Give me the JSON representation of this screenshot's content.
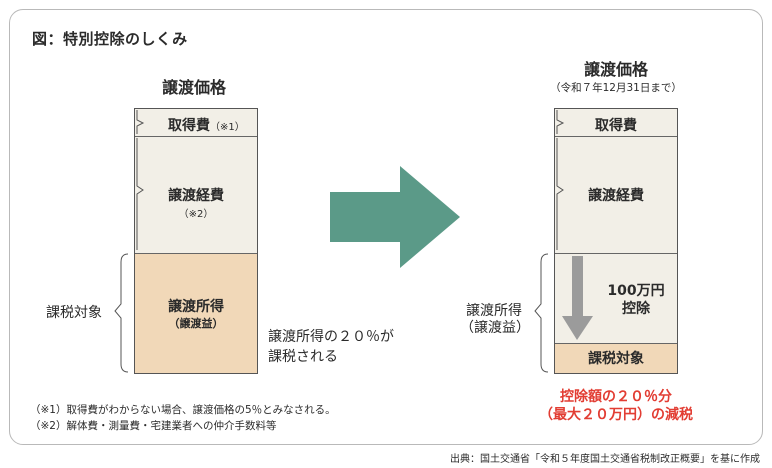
{
  "title": "図：特別控除のしくみ",
  "left": {
    "heading": "譲渡価格",
    "seg1": "取得費",
    "seg1_note": "（※1）",
    "seg2": "譲渡経費",
    "seg2_note": "（※2）",
    "seg3_line1": "譲渡所得",
    "seg3_line2": "（譲渡益）",
    "side_label": "課税対象",
    "caption_line1": "譲渡所得の２０％が",
    "caption_line2": "課税される"
  },
  "right": {
    "heading": "譲渡価格",
    "subheading": "（令和７年12月31日まで）",
    "seg1": "取得費",
    "seg2": "譲渡経費",
    "deduction_line1": "100万円",
    "deduction_line2": "控除",
    "seg_taxable": "課税対象",
    "side_line1": "譲渡所得",
    "side_line2": "（譲渡益）",
    "result_line1": "控除額の２０％分",
    "result_line2": "（最大２０万円）の減税"
  },
  "notes": [
    "（※1）取得費がわからない場合、譲渡価格の5％とみなされる。",
    "（※2）解体費・測量費・宅建業者への仲介手数料等"
  ],
  "source": "出典：国土交通省「令和５年度国土交通省税制改正概要」を基に作成",
  "colors": {
    "light": "#f2efe7",
    "tan": "#f1d8b8",
    "arrow": "#5b9a88",
    "grey_arrow": "#9b9b9b",
    "red": "#e23d33"
  }
}
